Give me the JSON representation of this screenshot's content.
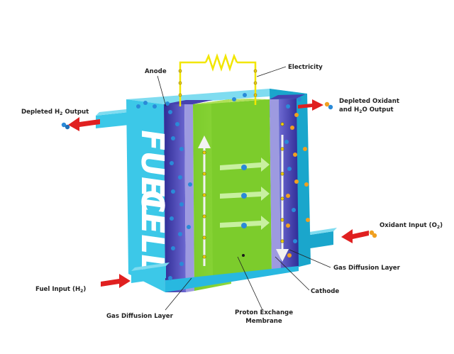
{
  "brand": {
    "line1": "FUEL",
    "line2": "CELL"
  },
  "labels": {
    "anode": "Anode",
    "electricity": "Electricity",
    "depleted_h2_prefix": "Depleted H",
    "depleted_h2_sub": "2",
    "depleted_h2_suffix": " Output",
    "depleted_oxidant_line1": "Depleted Oxidant",
    "depleted_oxidant_line2_prefix": "and H",
    "depleted_oxidant_line2_sub": "2",
    "depleted_oxidant_line2_suffix": "O Output",
    "oxidant_input_prefix": "Oxidant Input (O",
    "oxidant_input_sub": "2",
    "oxidant_input_suffix": ")",
    "gas_diffusion_right": "Gas Diffusion Layer",
    "cathode": "Cathode",
    "fuel_input_prefix": "Fuel Input (H",
    "fuel_input_sub": "2",
    "fuel_input_suffix": ")",
    "gas_diffusion_left": "Gas Diffusion Layer",
    "pem_line1": "Proton Exchange",
    "pem_line2": "Membrane"
  },
  "colors": {
    "cyan_front": "#3cc8e8",
    "cyan_side": "#1aa6cc",
    "cyan_top": "#7fdcf0",
    "anode_purple": "#5a56c4",
    "anode_deep": "#2a2a8a",
    "gdl_lavender": "#9d9ae0",
    "membrane_green": "#7ccc2c",
    "membrane_top": "#b2e05a",
    "membrane_side": "#5fa820",
    "red_arrow": "#e02020",
    "wire_yellow": "#f2e600",
    "electron": "#f0d010",
    "h2_blue": "#2a8ad8",
    "o2_orange": "#f0a020",
    "white_arrow": "#f2f2f2",
    "text": "#222222"
  }
}
